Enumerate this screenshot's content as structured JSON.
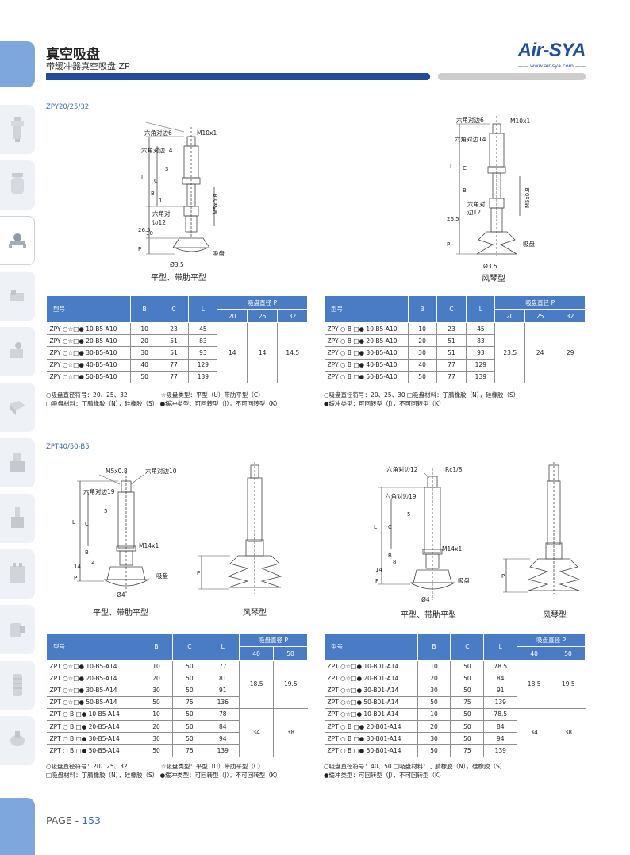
{
  "header": {
    "title": "真空吸盘",
    "subtitle": "带缓冲器真空吸盘 ZP",
    "logo": "Air-SYA",
    "logo_url": "—— www.air-sya.com ——"
  },
  "sections": {
    "zpy": "ZPY20/25/32",
    "zpt": "ZPT40/50-B5"
  },
  "labels": {
    "hex6": "六角对边6",
    "m10": "M10x1",
    "hex14": "六角对边14",
    "hex12a": "六角对",
    "hex12b": "边12",
    "m5": "M5x0.8",
    "m5b": "M5x0.8",
    "hex10": "六角对边10",
    "hex19": "六角对边19",
    "hex12full": "六角对边12",
    "rc": "Rc1/8",
    "m14": "M14x1",
    "suction": "吸盘",
    "d35": "Ø3.5",
    "d4": "Ø4",
    "l": "L",
    "c": "C",
    "b": "B",
    "p": "P",
    "n3": "3",
    "n1": "1",
    "n10": "10",
    "n265": "26.5",
    "n5": "5",
    "n2": "2",
    "n8": "8",
    "n14": "14",
    "cap_flat": "平型、带肋平型",
    "cap_bellows": "风琴型"
  },
  "table_headers": {
    "model": "型号",
    "b": "B",
    "c": "C",
    "l": "L",
    "diameter": "吸盘直径 P"
  },
  "table1": {
    "diameters": [
      "20",
      "25",
      "32"
    ],
    "rows": [
      [
        "ZPY ○☆□● 10-B5-A10",
        "10",
        "23",
        "45"
      ],
      [
        "ZPY ○☆□● 20-B5-A10",
        "20",
        "51",
        "83"
      ],
      [
        "ZPY ○☆□● 30-B5-A10",
        "30",
        "51",
        "93"
      ],
      [
        "ZPY ○☆□● 40-B5-A10",
        "40",
        "77",
        "129"
      ],
      [
        "ZPY ○☆□● 50-B5-A10",
        "50",
        "77",
        "139"
      ]
    ],
    "p": [
      "14",
      "14",
      "14.5"
    ]
  },
  "table2": {
    "diameters": [
      "20",
      "25",
      "32"
    ],
    "rows": [
      [
        "ZPY ○ B □● 10-B5-A10",
        "10",
        "23",
        "45"
      ],
      [
        "ZPY ○ B □● 20-B5-A10",
        "20",
        "51",
        "83"
      ],
      [
        "ZPY ○ B □● 30-B5-A10",
        "30",
        "51",
        "93"
      ],
      [
        "ZPY ○ B □● 40-B5-A10",
        "40",
        "77",
        "129"
      ],
      [
        "ZPY ○ B □● 50-B5-A10",
        "50",
        "77",
        "139"
      ]
    ],
    "p": [
      "23.5",
      "24",
      "29"
    ]
  },
  "table3": {
    "diameters": [
      "40",
      "50"
    ],
    "rows": [
      [
        "ZPT ○☆□● 10-B5-A14",
        "10",
        "50",
        "77"
      ],
      [
        "ZPT ○☆□● 20-B5-A14",
        "20",
        "50",
        "81"
      ],
      [
        "ZPT ○☆□● 30-B5-A14",
        "30",
        "50",
        "91"
      ],
      [
        "ZPT ○☆□● 50-B5-A14",
        "50",
        "75",
        "136"
      ],
      [
        "ZPT ○ B □● 10-B5-A14",
        "10",
        "50",
        "78"
      ],
      [
        "ZPT ○ B □● 20-B5-A14",
        "20",
        "50",
        "84"
      ],
      [
        "ZPT ○ B □● 30-B5-A14",
        "30",
        "50",
        "94"
      ],
      [
        "ZPT ○ B □● 50-B5-A14",
        "50",
        "75",
        "139"
      ]
    ],
    "p1": [
      "18.5",
      "19.5"
    ],
    "p2": [
      "34",
      "38"
    ]
  },
  "table4": {
    "diameters": [
      "40",
      "50"
    ],
    "rows": [
      [
        "ZPT ○☆□● 10-B01-A14",
        "10",
        "50",
        "78.5"
      ],
      [
        "ZPT ○☆□● 20-B01-A14",
        "20",
        "50",
        "84"
      ],
      [
        "ZPT ○☆□● 30-B01-A14",
        "30",
        "50",
        "91"
      ],
      [
        "ZPT ○☆□● 50-B01-A14",
        "50",
        "75",
        "139"
      ],
      [
        "ZPT ○☆□● 10-B01-A14",
        "10",
        "50",
        "78.5"
      ],
      [
        "ZPT ○ B □● 20-B01-A14",
        "20",
        "50",
        "84"
      ],
      [
        "ZPT ○ B □● 30-B01-A14",
        "30",
        "50",
        "94"
      ],
      [
        "ZPT ○ B □● 50-B01-A14",
        "50",
        "75",
        "139"
      ]
    ],
    "p1": [
      "18.5",
      "19.5"
    ],
    "p2": [
      "34",
      "38"
    ]
  },
  "notes": {
    "n1a": "○吸盘直径符号：20、25、32",
    "n1b": "☆吸盘类型：平型（U）带肋平型（C）",
    "n1c": "□吸盘材料：丁腈橡胶（N），硅橡胶（S）",
    "n1d": "●缓冲类型：可回转型（J），不可回转型（K）",
    "n2a": "○吸盘直径符号：20、25、30   □吸盘材料：丁腈橡胶（N），硅橡胶（S）",
    "n2b": "●缓冲类型：可回转型（J），不可回转型（K）",
    "n3a": "○吸盘直径符号：20、25、32",
    "n3b": "☆吸盘类型：平型（U）带肋平型（C）",
    "n3c": "□吸盘材料：丁腈橡胶（N），硅橡胶（S）",
    "n3d": "●缓冲类型：可回转型（J），不可回转型（K）",
    "n4a": "○吸盘直径符号：40、50   □吸盘材料：丁腈橡胶（N），硅橡胶（S）",
    "n4b": "●缓冲类型：可回转型（J），不可回转型（K）"
  },
  "footer": {
    "page_prefix": "PAGE - ",
    "page_number": "153"
  },
  "colors": {
    "brand_blue": "#224c97",
    "table_header": "#4a7cc6",
    "sidebar": "#7ea7de"
  }
}
